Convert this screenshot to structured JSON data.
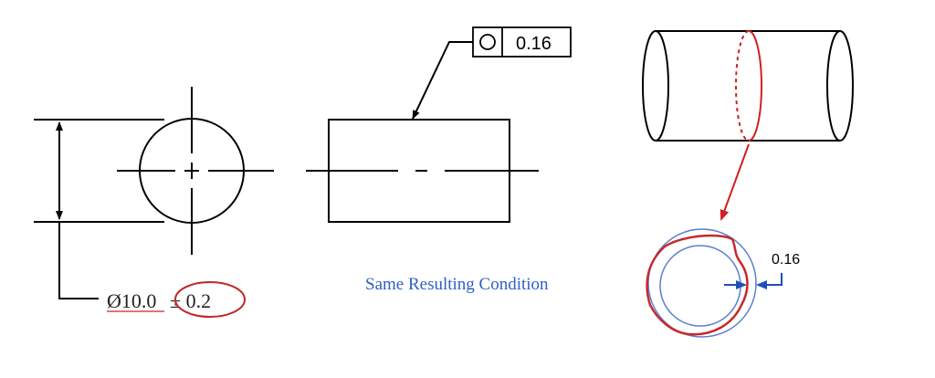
{
  "dimension": {
    "diameter": "Ø10.0",
    "tolerance": "± 0.2"
  },
  "feature_control_frame": {
    "symbol": "circularity-icon",
    "value": "0.16"
  },
  "caption": "Same Resulting Condition",
  "tolerance_zone_label": "0.16",
  "colors": {
    "line": "#000000",
    "highlight": "#d02020",
    "blue": "#2e5fc4"
  }
}
